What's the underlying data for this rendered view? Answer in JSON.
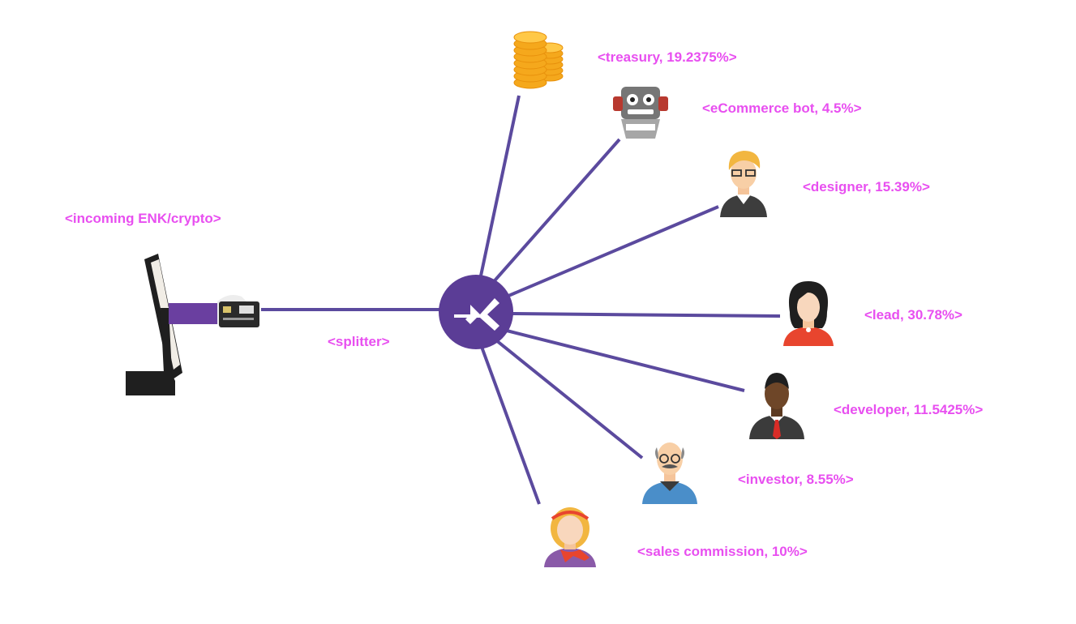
{
  "source": {
    "label": "<incoming ENK/crypto>",
    "icon": "monitor-card-payment-icon"
  },
  "splitter": {
    "label": "<splitter>",
    "icon": "splitter-icon",
    "color": "#5b3d96"
  },
  "line_color": "#5b4a9e",
  "label_color": "#e84ff0",
  "recipients": [
    {
      "id": "treasury",
      "label": "<treasury, 19.2375%>",
      "name": "treasury",
      "share_percent": 19.2375,
      "icon": "coin-stack-icon"
    },
    {
      "id": "ecommerce-bot",
      "label": "<eCommerce bot, 4.5%>",
      "name": "eCommerce bot",
      "share_percent": 4.5,
      "icon": "robot-icon"
    },
    {
      "id": "designer",
      "label": "<designer, 15.39%>",
      "name": "designer",
      "share_percent": 15.39,
      "icon": "designer-avatar-icon"
    },
    {
      "id": "lead",
      "label": "<lead, 30.78%>",
      "name": "lead",
      "share_percent": 30.78,
      "icon": "lead-avatar-icon"
    },
    {
      "id": "developer",
      "label": "<developer, 11.5425%>",
      "name": "developer",
      "share_percent": 11.5425,
      "icon": "developer-avatar-icon"
    },
    {
      "id": "investor",
      "label": "<investor, 8.55%>",
      "name": "investor",
      "share_percent": 8.55,
      "icon": "investor-avatar-icon"
    },
    {
      "id": "sales-commission",
      "label": "<sales commission, 10%>",
      "name": "sales commission",
      "share_percent": 10,
      "icon": "sales-avatar-icon"
    }
  ]
}
